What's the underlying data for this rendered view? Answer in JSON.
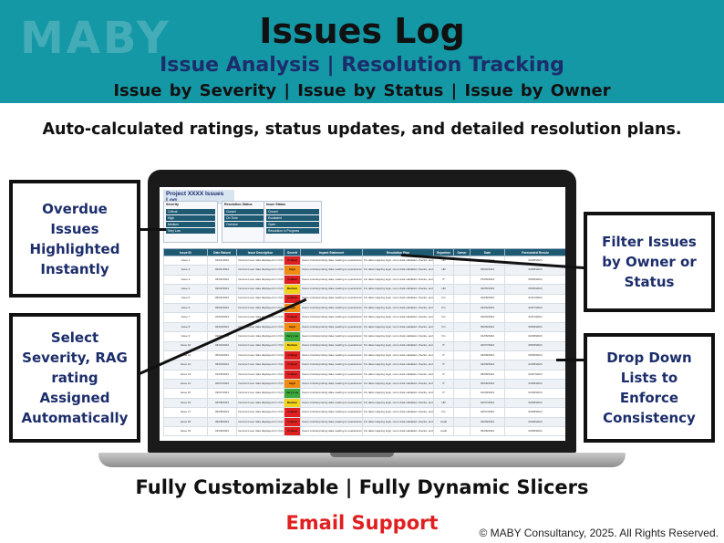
{
  "header": {
    "logo": "MABY",
    "title": "Issues Log",
    "subtitle": "Issue Analysis  | Resolution Tracking",
    "subtitle2": "Issue by Severity   |   Issue by Status   |   Issue by Owner",
    "tagline": "Auto-calculated ratings, status updates, and detailed resolution plans."
  },
  "sheet": {
    "title": "Project XXXX Issues Log",
    "slicers": [
      {
        "header": "Severity",
        "items": [
          "Critical",
          "High",
          "Medium",
          "Very Low"
        ]
      },
      {
        "header": "Resolution Status",
        "items": [
          "Closed",
          "On Time",
          "Overdue"
        ]
      },
      {
        "header": "Issue Status",
        "items": [
          "Closed",
          "Escalated",
          "Open",
          "Resolution in Progress"
        ]
      }
    ],
    "columns": [
      "Issue ID",
      "Date Raised",
      "Issue Description",
      "Severit",
      "Impact Statement",
      "Resolution Plan",
      "Departme",
      "Owner",
      "Date",
      "Forecasted Resolu"
    ],
    "rows": [
      [
        "Issue 1",
        "01/01/2024",
        "Incorrect user data displayed in UI (from Risk R1)",
        "Critical",
        "Users misinterpreting data, leading to operational errors and dissatisfaction.",
        "Fix data mapping logic, rerun data validation checks, and perform UI testing.",
        "HR",
        "",
        "05/02/2024",
        "02/08/2024"
      ],
      [
        "Issue 2",
        "02/01/2024",
        "Incorrect user data displayed in UI (from Risk R1)",
        "High",
        "Users misinterpreting data, leading to operational errors and dissatisfaction.",
        "Fix data mapping logic, rerun data validation checks, and perform UI testing.",
        "HR",
        "",
        "06/02/2024",
        "04/08/2024"
      ],
      [
        "Issue 3",
        "03/02/2024",
        "Incorrect user data displayed in UI (from Risk R1)",
        "Critical",
        "Users misinterpreting data, leading to operational errors and dissatisfaction.",
        "Fix data mapping logic, rerun data validation checks, and perform UI testing.",
        "IT",
        "",
        "15/05/2024",
        "05/08/2024"
      ],
      [
        "Issue 4",
        "04/02/2024",
        "Incorrect user data displayed in UI (from Risk R1)",
        "Medium",
        "Users misinterpreting data, leading to operational errors and dissatisfaction.",
        "Fix data mapping logic, rerun data validation checks, and perform UI testing.",
        "HR",
        "",
        "02/05/2024",
        "06/06/2024"
      ],
      [
        "Issue 5",
        "05/02/2024",
        "Incorrect user data displayed in UI (from Risk R1)",
        "Critical",
        "Users misinterpreting data, leading to operational errors and dissatisfaction.",
        "Fix data mapping logic, rerun data validation checks, and perform UI testing.",
        "Fin",
        "",
        "22/08/2024",
        "01/01/2024"
      ],
      [
        "Issue 6",
        "06/02/2024",
        "Incorrect user data displayed in UI (from Risk R1)",
        "High",
        "Users misinterpreting data, leading to operational errors and dissatisfaction.",
        "Fix data mapping logic, rerun data validation checks, and perform UI testing.",
        "Fin",
        "",
        "04/06/2024",
        "02/07/2024"
      ],
      [
        "Issue 7",
        "01/03/2024",
        "Incorrect user data displayed in UI (from Risk R1)",
        "Critical",
        "Users misinterpreting data, leading to operational errors and dissatisfaction.",
        "Fix data mapping logic, rerun data validation checks, and perform UI testing.",
        "Fin",
        "",
        "15/03/2024",
        "02/07/2024"
      ],
      [
        "Issue 8",
        "02/03/2024",
        "Incorrect user data displayed in UI (from Risk R1)",
        "High",
        "Users misinterpreting data, leading to operational errors and dissatisfaction.",
        "Fix data mapping logic, rerun data validation checks, and perform UI testing.",
        "Fin",
        "",
        "06/06/2024",
        "05/08/2024"
      ],
      [
        "Issue 9",
        "03/03/2024",
        "Incorrect user data displayed in UI (from Risk R1)",
        "Very Low",
        "Users misinterpreting data, leading to operational errors and dissatisfaction.",
        "Fix data mapping logic, rerun data validation checks, and perform UI testing.",
        "Fin",
        "",
        "01/05/2024",
        "02/08/2024"
      ],
      [
        "Issue 10",
        "04/04/2024",
        "Incorrect user data displayed in UI (from Risk R1)",
        "Medium",
        "Users misinterpreting data, leading to operational errors and dissatisfaction.",
        "Fix data mapping logic, rerun data validation checks, and perform UI testing.",
        "IT",
        "",
        "02/07/2024",
        "08/08/2024"
      ],
      [
        "Issue 11",
        "05/04/2024",
        "Incorrect user data displayed in UI (from Risk R1)",
        "Critical",
        "Users misinterpreting data, leading to operational errors and dissatisfaction.",
        "Fix data mapping logic, rerun data validation checks, and perform UI testing.",
        "IT",
        "",
        "03/08/2024",
        "05/08/2024"
      ],
      [
        "Issue 12",
        "06/04/2024",
        "Incorrect user data displayed in UI (from Risk R1)",
        "Critical",
        "Users misinterpreting data, leading to operational errors and dissatisfaction.",
        "Fix data mapping logic, rerun data validation checks, and perform UI testing.",
        "IT",
        "",
        "04/08/2024",
        "02/08/2024"
      ],
      [
        "Issue 13",
        "01/05/2024",
        "Incorrect user data displayed in UI (from Risk R1)",
        "Critical",
        "Users misinterpreting data, leading to operational errors and dissatisfaction.",
        "Fix data mapping logic, rerun data validation checks, and perform UI testing.",
        "IT",
        "",
        "05/08/2024",
        "02/07/2024"
      ],
      [
        "Issue 14",
        "02/07/2024",
        "Incorrect user data displayed in UI (from Risk R1)",
        "High",
        "Users misinterpreting data, leading to operational errors and dissatisfaction.",
        "Fix data mapping logic, rerun data validation checks, and perform UI testing.",
        "IT",
        "",
        "06/08/2024",
        "03/08/2024"
      ],
      [
        "Issue 15",
        "03/07/2024",
        "Incorrect user data displayed in UI (from Risk R1)",
        "Very Low",
        "Users misinterpreting data, leading to operational errors and dissatisfaction.",
        "Fix data mapping logic, rerun data validation checks, and perform UI testing.",
        "IT",
        "",
        "01/09/2024",
        "01/08/2024"
      ],
      [
        "Issue 16",
        "04/08/2024",
        "Incorrect user data displayed in UI (from Risk R1)",
        "Medium",
        "Users misinterpreting data, leading to operational errors and dissatisfaction.",
        "Fix data mapping logic, rerun data validation checks, and perform UI testing.",
        "HR",
        "",
        "02/07/2024",
        "02/08/2024"
      ],
      [
        "Issue 17",
        "05/08/2024",
        "Incorrect user data displayed in UI (from Risk R1)",
        "Critical",
        "Users misinterpreting data, leading to operational errors and dissatisfaction.",
        "Fix data mapping logic, rerun data validation checks, and perform UI testing.",
        "Fin",
        "",
        "02/07/2024",
        "02/08/2024"
      ],
      [
        "Issue 18",
        "06/08/2024",
        "Incorrect user data displayed in UI (from Risk R1)",
        "Critical",
        "Users misinterpreting data, leading to operational errors and dissatisfaction.",
        "Fix data mapping logic, rerun data validation checks, and perform UI testing.",
        "Audit",
        "",
        "04/08/2024",
        "02/08/2024"
      ],
      [
        "Issue 19",
        "01/09/2024",
        "Incorrect user data displayed in UI (from Risk R1)",
        "Critical",
        "Users misinterpreting data, leading to operational errors and dissatisfaction.",
        "Fix data mapping logic, rerun data validation checks, and perform UI testing.",
        "Audit",
        "",
        "05/08/2024",
        "02/08/2024"
      ]
    ]
  },
  "callouts": {
    "overdue": "Overdue Issues Highlighted Instantly",
    "select": "Select Severity, RAG rating Assigned Automatically",
    "filter": "Filter Issues by Owner or Status",
    "dropdown": "Drop Down Lists to Enforce Consistency"
  },
  "footer": {
    "line1": "Fully Customizable | Fully Dynamic Slicers",
    "line2": "Email Support",
    "copyright": "© MABY Consultancy, 2025. All Rights Reserved."
  },
  "colors": {
    "banner": "#1598a6",
    "navy": "#1c2d6b",
    "sheet_header": "#1f5a73",
    "critical": "#e02020",
    "high": "#f08a10",
    "medium": "#f2d31a",
    "low": "#3aa83a",
    "email_red": "#e02020"
  }
}
